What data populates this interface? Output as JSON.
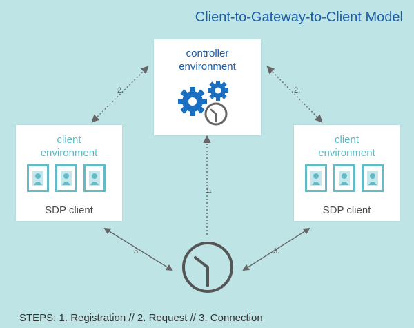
{
  "title": "Client-to-Gateway-to-Client Model",
  "controller": {
    "heading": "controller environment"
  },
  "client_left": {
    "heading": "client environment",
    "label": "SDP client"
  },
  "client_right": {
    "heading": "client environment",
    "label": "SDP client"
  },
  "steps_text": "STEPS: 1. Registration // 2. Request // 3. Connection",
  "edge_labels": {
    "registration": "1.",
    "request_left": "2.",
    "request_right": "2.",
    "connection_left": "3.",
    "connection_right": "3."
  },
  "colors": {
    "background": "#bfe4e6",
    "title": "#1a5ea8",
    "client_heading": "#5bbac6",
    "gear": "#1a6fc0",
    "arrow": "#666666"
  },
  "icons": [
    "gear-icon",
    "clock-icon",
    "user-card-icon",
    "gateway-clock-icon"
  ]
}
